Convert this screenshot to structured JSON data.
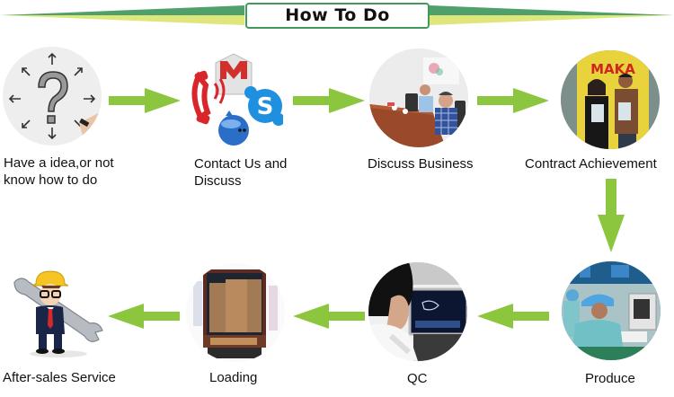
{
  "title": "How To Do",
  "colors": {
    "banner_dark": "#4fa06a",
    "banner_light": "#dfe77c",
    "title_border": "#3f9a5c",
    "arrow": "#8cc63f"
  },
  "steps": [
    {
      "id": 1,
      "label_line1": "Have a idea,or not",
      "label_line2": "know how to do",
      "icon": "question-mark-icon"
    },
    {
      "id": 2,
      "label_line1": "Contact Us and",
      "label_line2": "Discuss",
      "icon": "contact-apps-icon"
    },
    {
      "id": 3,
      "label_line1": "Discuss Business",
      "icon": "meeting-photo"
    },
    {
      "id": 4,
      "label_line1": "Contract Achievement",
      "icon": "contract-photo",
      "sign_text": "MAKA"
    },
    {
      "id": 5,
      "label_line1": "Produce",
      "icon": "factory-photo"
    },
    {
      "id": 6,
      "label_line1": "QC",
      "icon": "qc-photo"
    },
    {
      "id": 7,
      "label_line1": "Loading",
      "icon": "truck-photo"
    },
    {
      "id": 8,
      "label_line1": "After-sales Service",
      "icon": "engineer-icon"
    }
  ]
}
